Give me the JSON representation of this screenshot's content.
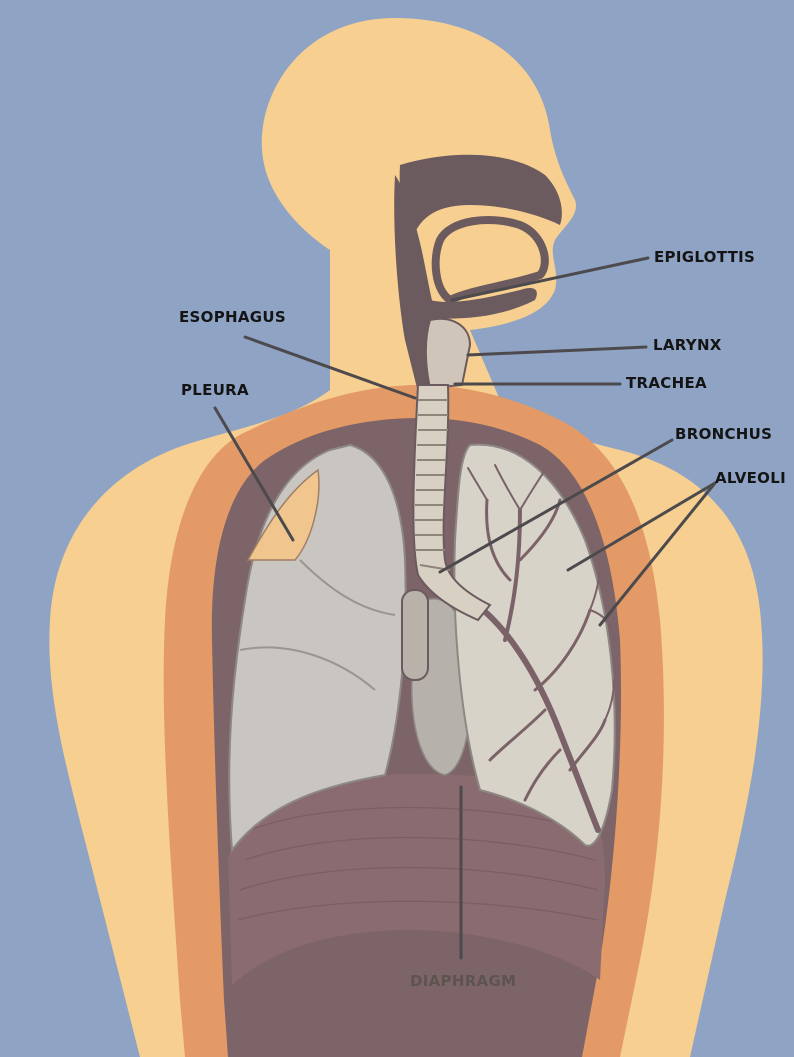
{
  "labels": {
    "epiglottis": "EPIGLOTTIS",
    "esophagus": "ESOPHAGUS",
    "larynx": "LARYNX",
    "trachea": "TRACHEA",
    "pleura": "PLEURA",
    "bronchus": "BRONCHUS",
    "alveoli": "ALVEOLI",
    "diaphragm": "DIAPHRAGM"
  },
  "colors": {
    "background": "#8fa3c4",
    "skin": "#f6cf91",
    "chest_wall": "#e39a66",
    "lung": "#c9c5c0",
    "airway": "#6b5a5e",
    "diaphragm": "#8a6c70",
    "leader_line": "#4c4a4c"
  }
}
